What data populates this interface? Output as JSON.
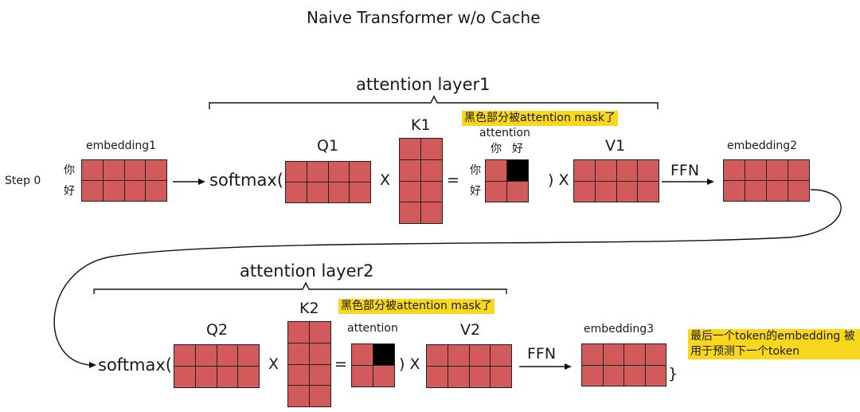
{
  "title": "Naive Transformer w/o Cache",
  "step_label": "Step 0",
  "tokens": [
    "你",
    "好"
  ],
  "layer1": {
    "label": "attention layer1",
    "embedding_in": "embedding1",
    "softmax": "softmax(",
    "q": "Q1",
    "k": "K1",
    "v": "V1",
    "times": "X",
    "equals": "=",
    "close_times": ") X",
    "attention": "attention",
    "mask_note": "黑色部分被attention mask了",
    "ffn": "FFN",
    "embedding_out": "embedding2"
  },
  "layer2": {
    "label": "attention layer2",
    "softmax": "softmax(",
    "q": "Q2",
    "k": "K2",
    "v": "V2",
    "times": "X",
    "equals": "=",
    "close_times": ") X",
    "attention": "attention",
    "mask_note": "黑色部分被attention mask了",
    "ffn": "FFN",
    "embedding_out": "embedding3",
    "close_brace": "}"
  },
  "final_note": "最后一个token的embedding 被用于预测下一个token",
  "colors": {
    "cell": "#d35a5a",
    "masked": "#000000",
    "highlight": "#f9d71c"
  }
}
